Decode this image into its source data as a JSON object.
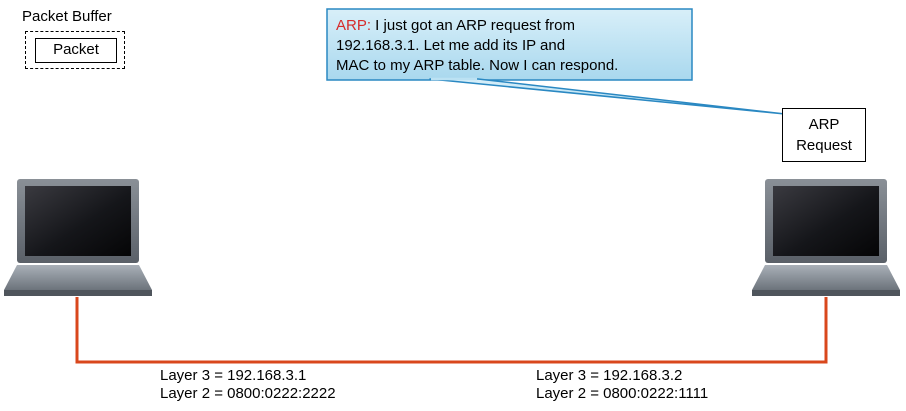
{
  "packet_buffer": {
    "title": "Packet Buffer",
    "packet_label": "Packet"
  },
  "callout": {
    "prefix": "ARP:",
    "lines": [
      " I just got an ARP request from",
      "192.168.3.1. Let me add its IP and",
      "MAC to my ARP table. Now I can respond."
    ]
  },
  "arp_request": {
    "line1": "ARP",
    "line2": "Request"
  },
  "hosts": [
    {
      "layer3": "Layer 3 = 192.168.3.1",
      "layer2": "Layer 2 = 0800:0222:2222"
    },
    {
      "layer3": "Layer 3 = 192.168.3.2",
      "layer2": "Layer 2 = 0800:0222:1111"
    }
  ],
  "colors": {
    "link": "#d9471c",
    "callout_fill": "#bfe3f3",
    "callout_border": "#2a88c2",
    "arp_highlight": "#d62b2b"
  }
}
